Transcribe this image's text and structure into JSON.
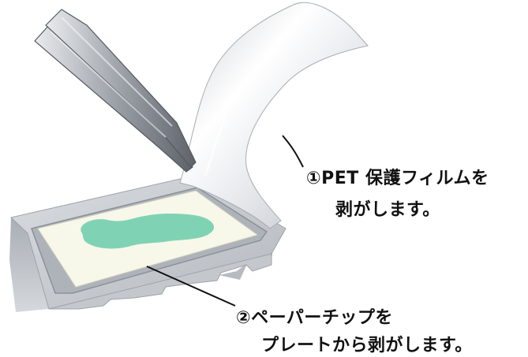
{
  "annotations": {
    "step1_line1": "①PET 保護フィルムを",
    "step1_line2": "剥がします。",
    "step2_line1": "②ペーパーチップを",
    "step2_line2": "プレートから剥がします。"
  },
  "icons": [
    "tweezers-icon",
    "protective-film",
    "plate",
    "paper-chip",
    "specimen"
  ],
  "colors": {
    "paper": "#f7f8ea",
    "specimen": "#7fd3b4",
    "plate": "#b9bdc3",
    "tweezers": "#8a8f96"
  }
}
